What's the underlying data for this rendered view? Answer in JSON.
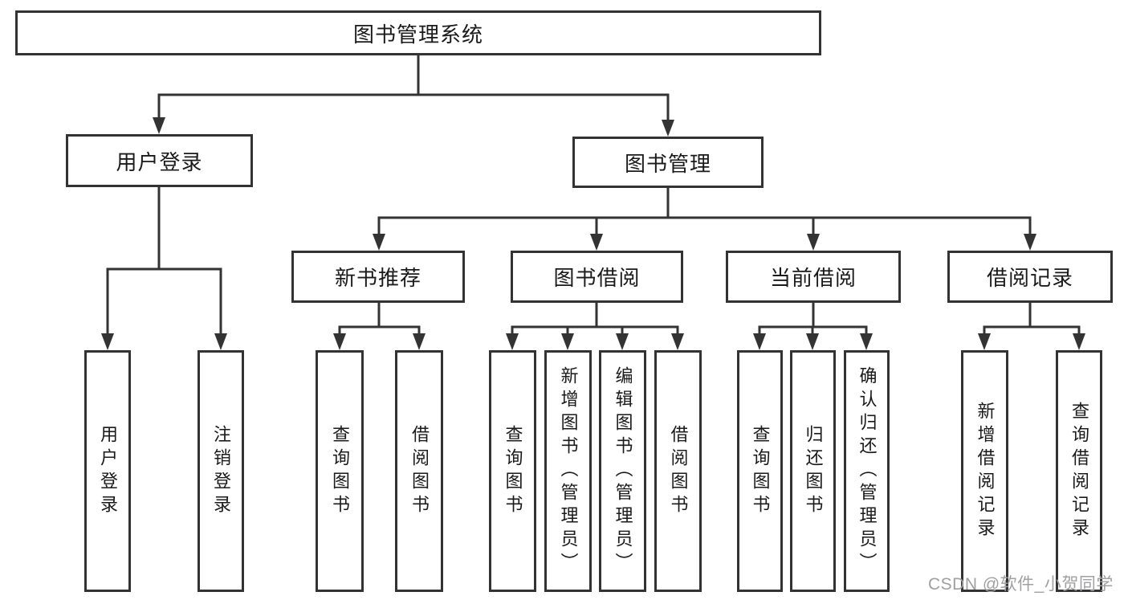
{
  "diagram": {
    "nodes": {
      "root": "图书管理系统",
      "user_login": "用户登录",
      "book_mgmt": "图书管理",
      "new_book_rec": "新书推荐",
      "book_borrow": "图书借阅",
      "current_borrow": "当前借阅",
      "borrow_record": "借阅记录",
      "leaf_user_login": "用户登录",
      "leaf_logout": "注销登录",
      "leaf_nbr_query": "查询图书",
      "leaf_nbr_borrow": "借阅图书",
      "leaf_bb_query": "查询图书",
      "leaf_bb_add": "新增图书（管理员）",
      "leaf_bb_edit": "编辑图书（管理员）",
      "leaf_bb_borrow": "借阅图书",
      "leaf_cb_query": "查询图书",
      "leaf_cb_return": "归还图书",
      "leaf_cb_confirm": "确认归还（管理员）",
      "leaf_br_add": "新增借阅记录",
      "leaf_br_query": "查询借阅记录"
    },
    "hierarchy": [
      {
        "parent": "图书管理系统",
        "children": [
          "用户登录",
          "图书管理"
        ]
      },
      {
        "parent": "用户登录",
        "children": [
          "用户登录",
          "注销登录"
        ]
      },
      {
        "parent": "图书管理",
        "children": [
          "新书推荐",
          "图书借阅",
          "当前借阅",
          "借阅记录"
        ]
      },
      {
        "parent": "新书推荐",
        "children": [
          "查询图书",
          "借阅图书"
        ]
      },
      {
        "parent": "图书借阅",
        "children": [
          "查询图书",
          "新增图书（管理员）",
          "编辑图书（管理员）",
          "借阅图书"
        ]
      },
      {
        "parent": "当前借阅",
        "children": [
          "查询图书",
          "归还图书",
          "确认归还（管理员）"
        ]
      },
      {
        "parent": "借阅记录",
        "children": [
          "新增借阅记录",
          "查询借阅记录"
        ]
      }
    ],
    "colors": {
      "line": "#333333",
      "text": "#1a1a1a",
      "background": "#ffffff",
      "watermark": "#a0a0a3"
    }
  },
  "watermark": {
    "text": "CSDN @软件_小贺同学"
  }
}
